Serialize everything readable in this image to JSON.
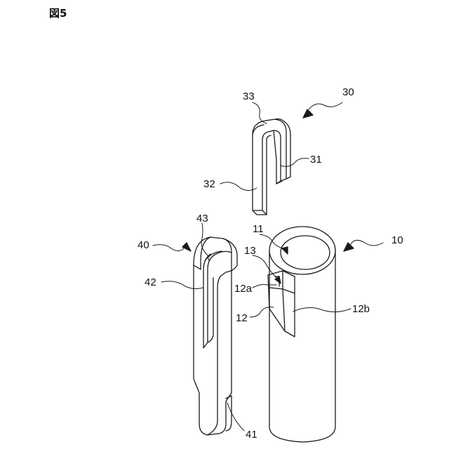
{
  "figure": {
    "title": "図5"
  },
  "labels": {
    "l30": "30",
    "l33": "33",
    "l31": "31",
    "l32": "32",
    "l43": "43",
    "l11": "11",
    "l10": "10",
    "l40": "40",
    "l13": "13",
    "l42": "42",
    "l12a": "12a",
    "l12": "12",
    "l12b": "12b",
    "l41": "41"
  }
}
